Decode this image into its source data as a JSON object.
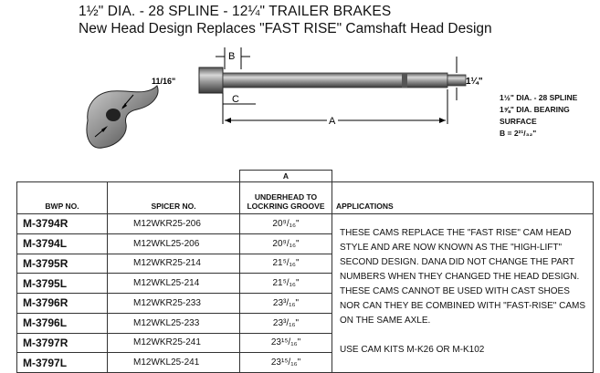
{
  "header": {
    "title": "1½\" DIA. - 28 SPLINE - 12¼\" TRAILER BRAKES",
    "subtitle": "New Head Design Replaces \"FAST RISE\" Camshaft Head Design"
  },
  "figure": {
    "cam_dim": "11/16\"",
    "label_b": "B",
    "label_c": "C",
    "label_a": "A",
    "dim_right": "1¼\""
  },
  "specs": {
    "line1": "1½\" DIA. - 28 SPLINE",
    "line2": "1⅝\" DIA. BEARING",
    "line3": "SURFACE",
    "line4": "B = 2²¹/₃₂\""
  },
  "table": {
    "col_a_top": "A",
    "headers": [
      "BWP NO.",
      "SPICER NO.",
      "UNDERHEAD TO LOCKRING GROOVE",
      "APPLICATIONS"
    ],
    "rows": [
      {
        "bwp": "M-3794R",
        "spicer": "M12WKR25-206",
        "length": "20⁹/₁₆\""
      },
      {
        "bwp": "M-3794L",
        "spicer": "M12WKL25-206",
        "length": "20⁹/₁₆\""
      },
      {
        "bwp": "M-3795R",
        "spicer": "M12WKR25-214",
        "length": "21⁵/₁₆\""
      },
      {
        "bwp": "M-3795L",
        "spicer": "M12WKL25-214",
        "length": "21⁵/₁₆\""
      },
      {
        "bwp": "M-3796R",
        "spicer": "M12WKR25-233",
        "length": "23³/₁₆\""
      },
      {
        "bwp": "M-3796L",
        "spicer": "M12WKL25-233",
        "length": "23³/₁₆\""
      },
      {
        "bwp": "M-3797R",
        "spicer": "M12WKR25-241",
        "length": "23¹⁵/₁₆\""
      },
      {
        "bwp": "M-3797L",
        "spicer": "M12WKL25-241",
        "length": "23¹⁵/₁₆\""
      }
    ],
    "applications": {
      "p1": "THESE CAMS REPLACE THE \"FAST RISE\" CAM HEAD STYLE AND ARE NOW KNOWN AS THE \"HIGH-LIFT\" SECOND DESIGN. DANA DID NOT CHANGE THE PART NUMBERS WHEN THEY CHANGED THE HEAD DESIGN. THESE CAMS CANNOT BE USED WITH CAST SHOES NOR CAN THEY BE COMBINED WITH \"FAST-RISE\" CAMS ON THE SAME AXLE.",
      "p2": "USE CAM KITS M-K26 OR M-K102"
    }
  }
}
